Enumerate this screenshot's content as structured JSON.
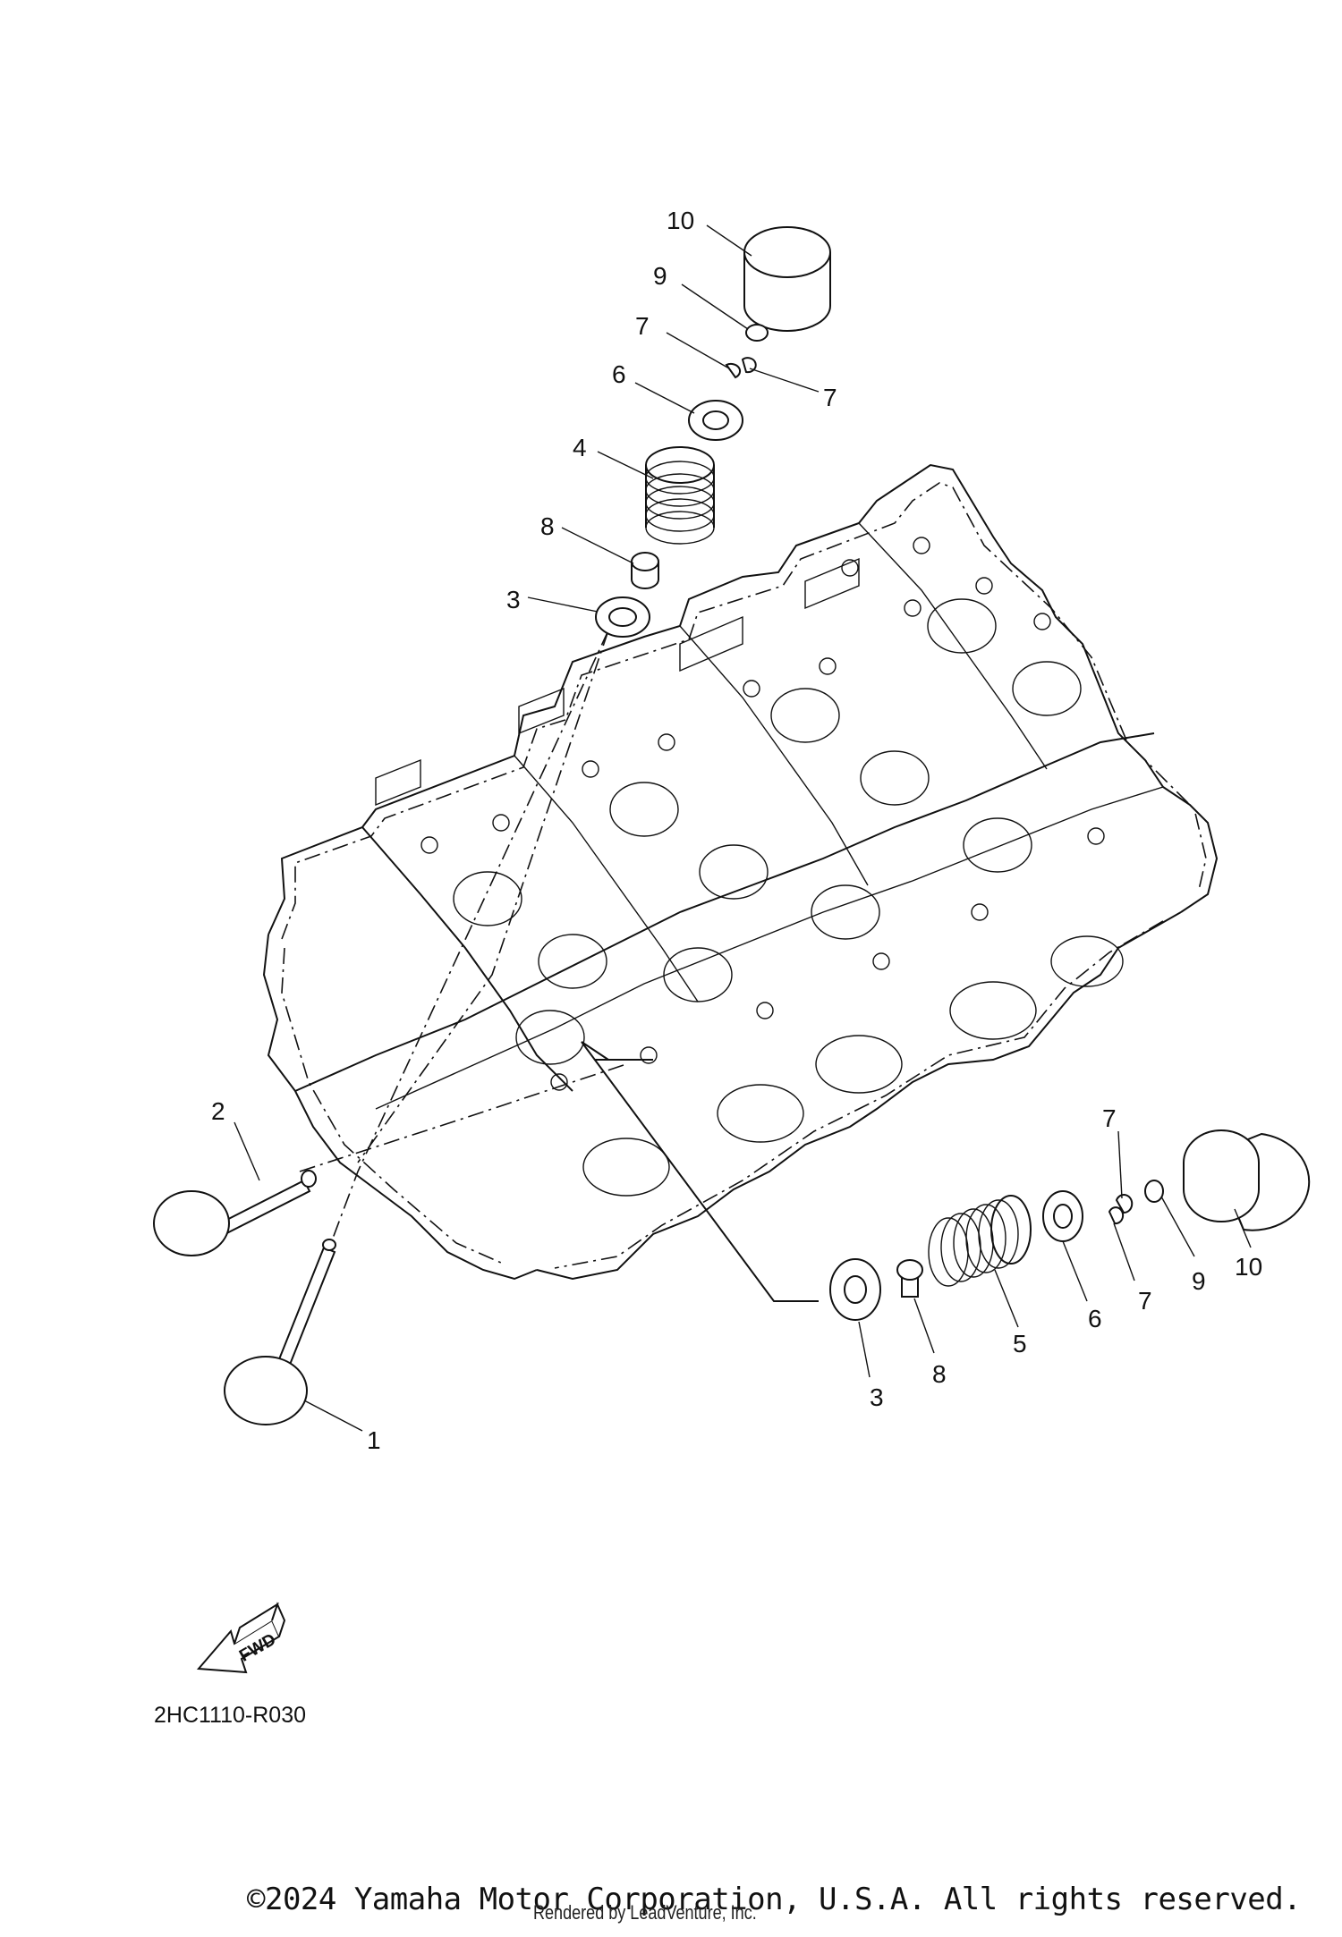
{
  "diagram": {
    "part_code": "2HC1110-R030",
    "fwd_label": "FWD",
    "callouts": {
      "upper": {
        "n10": "10",
        "n9": "9",
        "n7a": "7",
        "n7b": "7",
        "n6": "6",
        "n4": "4",
        "n8": "8",
        "n3": "3"
      },
      "left": {
        "n2": "2",
        "n1": "1"
      },
      "lower": {
        "n7a": "7",
        "n10": "10",
        "n9": "9",
        "n7b": "7",
        "n6": "6",
        "n5": "5",
        "n8": "8",
        "n3": "3"
      }
    }
  },
  "footer": {
    "copyright": "©2024 Yamaha Motor Corporation, U.S.A. All rights reserved.",
    "rendered_by": "Rendered by LeadVenture, Inc."
  }
}
